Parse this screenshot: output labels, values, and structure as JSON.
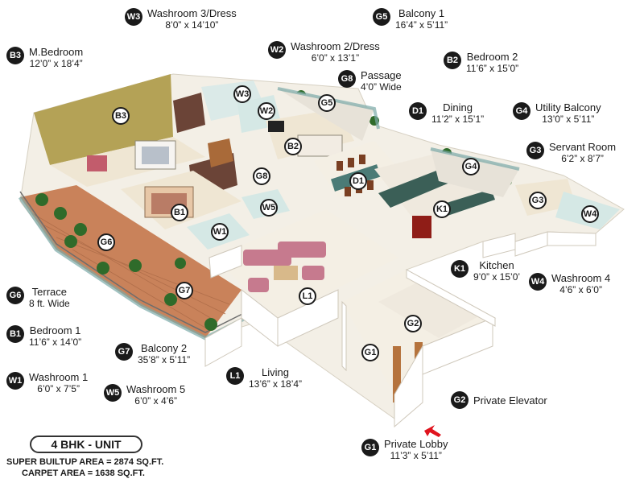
{
  "rooms": {
    "W3": {
      "code": "W3",
      "name": "Washroom 3/Dress",
      "dim": "8’0” x 14’10”"
    },
    "G5": {
      "code": "G5",
      "name": "Balcony 1",
      "dim": "16’4” x 5’11”"
    },
    "B3": {
      "code": "B3",
      "name": "M.Bedroom",
      "dim": "12’0” x 18’4”"
    },
    "W2": {
      "code": "W2",
      "name": "Washroom 2/Dress",
      "dim": "6’0” x 13’1”"
    },
    "B2": {
      "code": "B2",
      "name": "Bedroom 2",
      "dim": "11’6” x 15’0”"
    },
    "G8": {
      "code": "G8",
      "name": "Passage",
      "dim": "4’0” Wide"
    },
    "D1": {
      "code": "D1",
      "name": "Dining",
      "dim": "11’2” x 15’1”"
    },
    "G4": {
      "code": "G4",
      "name": "Utility Balcony",
      "dim": "13’0” x 5’11”"
    },
    "G3": {
      "code": "G3",
      "name": "Servant Room",
      "dim": "6’2” x 8’7”"
    },
    "K1": {
      "code": "K1",
      "name": "Kitchen",
      "dim": "9’0” x 15’0’"
    },
    "W4": {
      "code": "W4",
      "name": "Washroom 4",
      "dim": "4’6” x 6’0”"
    },
    "G6": {
      "code": "G6",
      "name": "Terrace",
      "dim": "8 ft. Wide"
    },
    "B1": {
      "code": "B1",
      "name": "Bedroom 1",
      "dim": "11’6” x 14’0”"
    },
    "G7": {
      "code": "G7",
      "name": "Balcony 2",
      "dim": "35’8” x 5’11”"
    },
    "W1": {
      "code": "W1",
      "name": "Washroom 1",
      "dim": "6’0” x 7’5”"
    },
    "W5": {
      "code": "W5",
      "name": "Washroom 5",
      "dim": "6’0” x 4’6”"
    },
    "L1": {
      "code": "L1",
      "name": "Living",
      "dim": "13’6” x 18’4”"
    },
    "G2": {
      "code": "G2",
      "name": "Private Elevator",
      "dim": ""
    },
    "G1": {
      "code": "G1",
      "name": "Private Lobby",
      "dim": "11’3” x 5’11”"
    }
  },
  "unit_type": "4 BHK - UNIT",
  "super_builtup_area": "SUPER BUILTUP AREA = 2874 SQ.FT.",
  "carpet_area": "CARPET AREA = 1638 SQ.FT.",
  "colors": {
    "badge": "#1a1a1a",
    "floor": "#f3efe6",
    "wall": "#ffffff",
    "terrace_deck": "#c9825a",
    "bedroom_accent_wall": "#b4a256",
    "sofa": "#c67a8e",
    "kitchen_counter": "#3b5f57",
    "entry_arrow": "#e0141e"
  }
}
